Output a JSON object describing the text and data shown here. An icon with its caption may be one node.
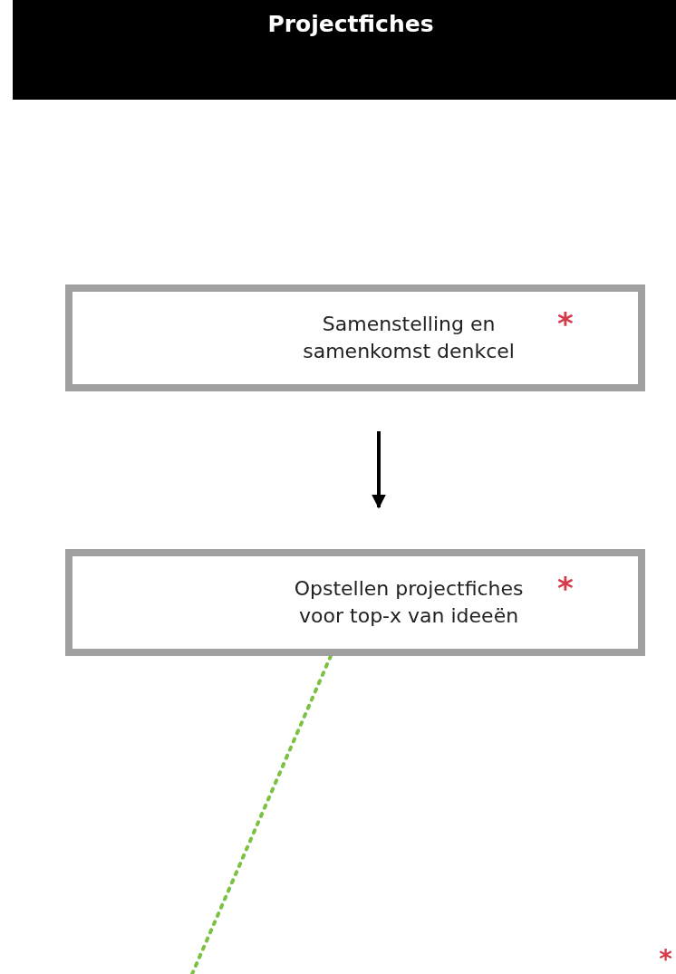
{
  "diagram": {
    "nodes": [
      {
        "text": [
          "Projectfiches"
        ]
      },
      {
        "text": [
          "Samenstelling en samenkomst denkcel",
          "*"
        ]
      },
      {
        "text": [
          "Opstellen projectfiches voor top-x van ideeën",
          "*"
        ]
      }
    ],
    "edges": [
      {
        "from": 1,
        "to": 2,
        "arrow": "to"
      },
      {
        "from": null,
        "to": 2,
        "arrow": "none",
        "style": "dashed",
        "color": "#7cc242"
      }
    ],
    "labels": [
      "*"
    ]
  }
}
